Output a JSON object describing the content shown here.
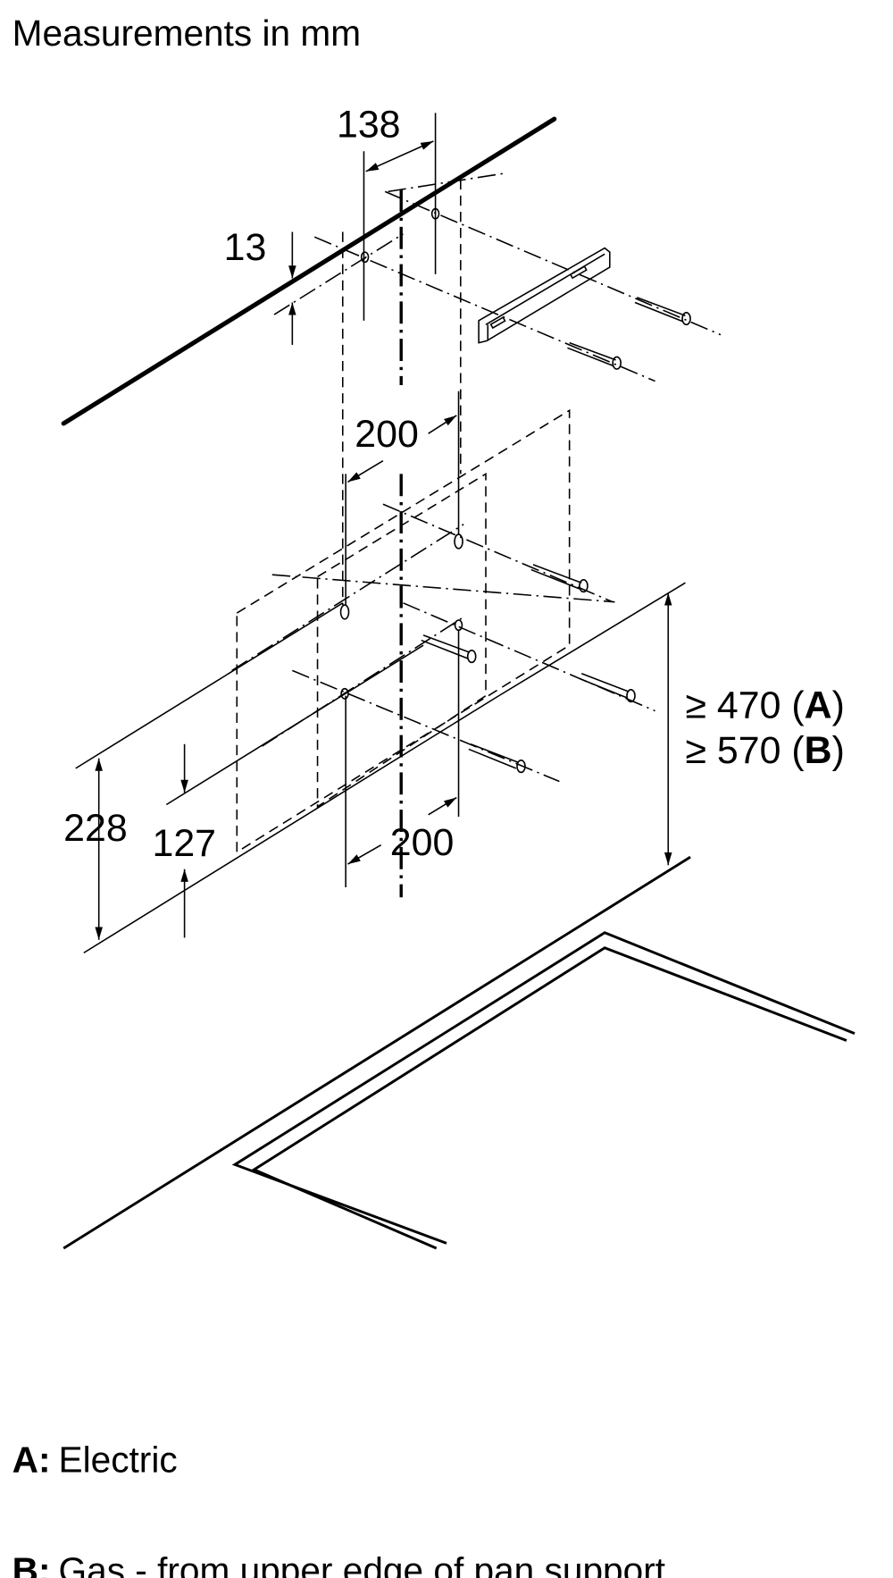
{
  "title": "Measurements in mm",
  "dimensions": {
    "d138": "138",
    "d13": "13",
    "d200_upper": "200",
    "d200_lower": "200",
    "d228": "228",
    "d127": "127",
    "min_a_prefix": "≥ 470 (",
    "min_a_key": "A",
    "min_b_prefix": "≥ 570 (",
    "min_b_key": "B",
    "close_paren": ")"
  },
  "legend": [
    {
      "key": "A:",
      "text": "Electric"
    },
    {
      "key": "B:",
      "text": "Gas - from upper edge of pan support"
    }
  ]
}
